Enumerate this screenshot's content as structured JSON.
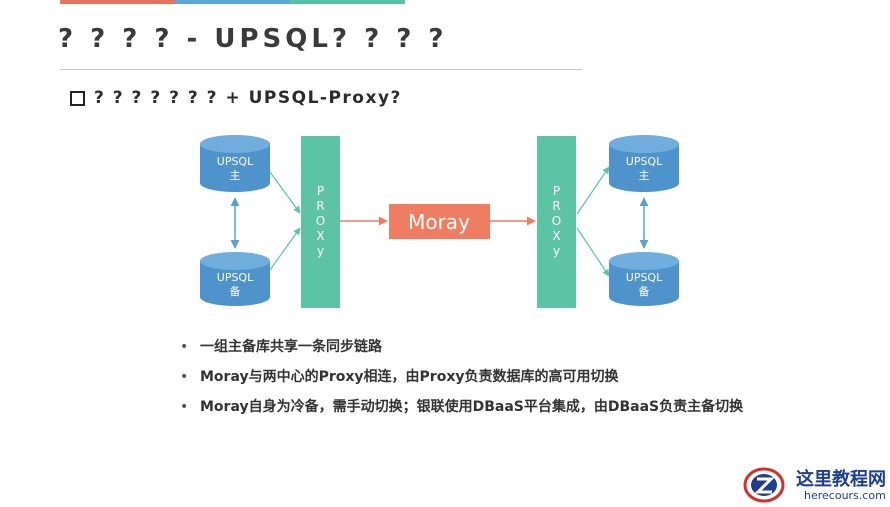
{
  "colors": {
    "accent_bar": [
      "#e8735a",
      "#5aa7d6",
      "#55c2a5"
    ],
    "db": "#4f93cc",
    "proxy": "#5cc3a4",
    "moray": "#ee7d62",
    "arrow_blue": "#5aa0d0",
    "arrow_green": "#5cc3a4",
    "arrow_orange": "#ee7d62"
  },
  "header": {
    "title": "? ? ? ?  - UPSQL? ? ? ?",
    "subtitle": "? ? ? ? ? ? ? + UPSQL-Proxy?"
  },
  "diagram": {
    "left_db_top": [
      "UPSQL",
      "主"
    ],
    "left_db_bottom": [
      "UPSQL",
      "备"
    ],
    "right_db_top": [
      "UPSQL",
      "主"
    ],
    "right_db_bottom": [
      "UPSQL",
      "备"
    ],
    "proxy_left": "PROXy",
    "proxy_right": "PROXy",
    "moray": "Moray"
  },
  "bullets": [
    "一组主备库共享一条同步链路",
    "Moray与两中心的Proxy相连，由Proxy负责数据库的高可用切换",
    "Moray自身为冷备，需手动切换；银联使用DBaaS平台集成，由DBaaS负责主备切换"
  ],
  "logo": {
    "icon": "z-logo-icon",
    "name_cn": "这里教程网",
    "domain": "herecours.com"
  }
}
